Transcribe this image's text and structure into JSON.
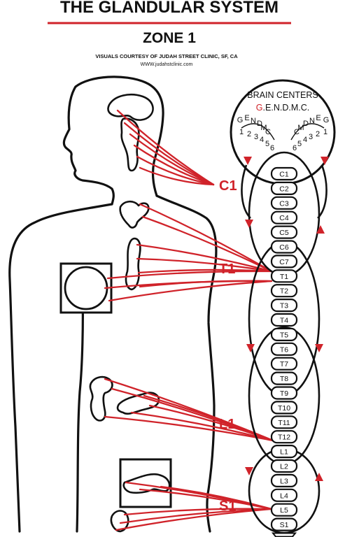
{
  "title": "THE GLANDULAR SYSTEM",
  "subtitle": "ZONE 1",
  "credit": "VISUALS COURTESY OF JUDAH STREET CLINIC, SF, CA",
  "website": "WWW.judahstclinic.com",
  "brain": {
    "heading": "BRAIN CENTERS",
    "acronym_red": "G",
    "acronym_rest": ".E.N.D.M.C.",
    "left_letters": [
      "G",
      "E",
      "N",
      "D",
      "M",
      "C"
    ],
    "right_letters": [
      "C",
      "M",
      "D",
      "N",
      "E",
      "G"
    ],
    "left_digits": [
      "1",
      "2",
      "3",
      "4",
      "5",
      "6"
    ],
    "right_digits": [
      "6",
      "5",
      "4",
      "3",
      "2",
      "1"
    ]
  },
  "vertebrae": [
    "C1",
    "C2",
    "C3",
    "C4",
    "C5",
    "C6",
    "C7",
    "T1",
    "T2",
    "T3",
    "T4",
    "T5",
    "T6",
    "T7",
    "T8",
    "T9",
    "T10",
    "T11",
    "T12",
    "L1",
    "L2",
    "L3",
    "L4",
    "L5",
    "S1"
  ],
  "zone_labels": [
    "C1",
    "T1",
    "L1",
    "S1"
  ],
  "colors": {
    "accent": "#d0232a",
    "ink": "#111111"
  }
}
